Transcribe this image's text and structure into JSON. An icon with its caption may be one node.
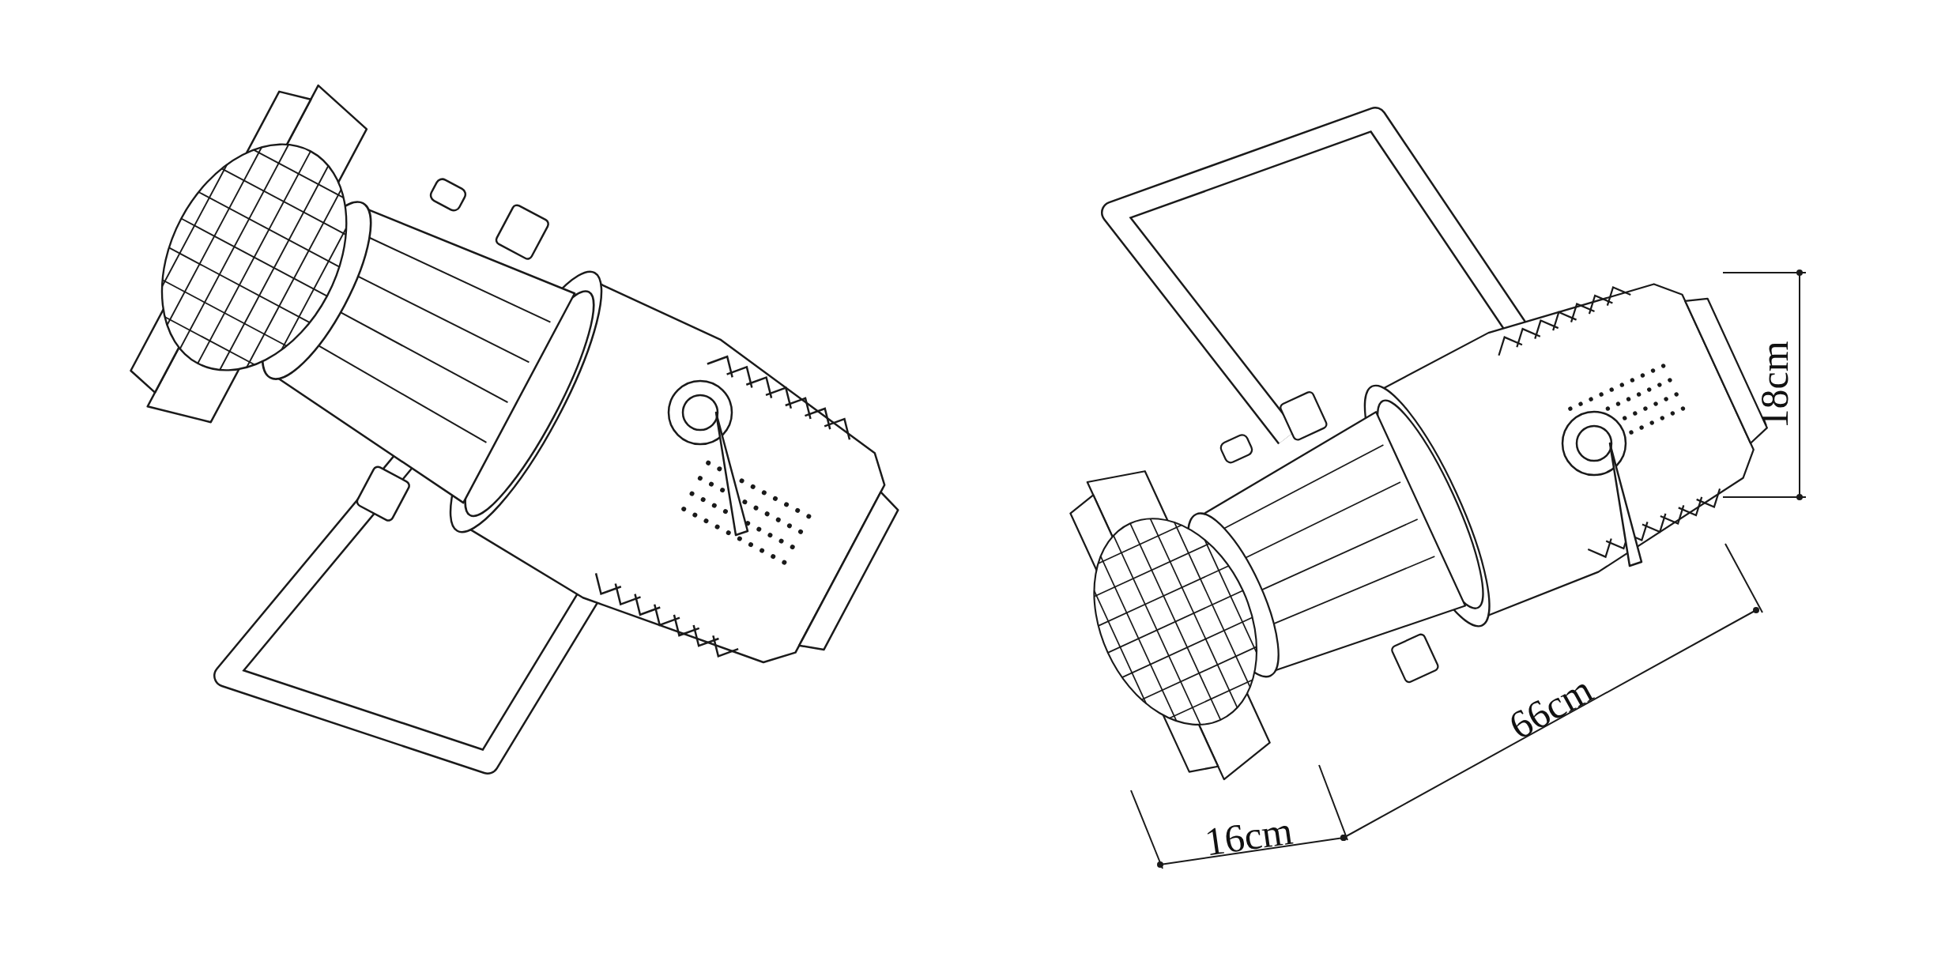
{
  "diagram": {
    "labels": [
      "18cm",
      "66cm",
      "16cm"
    ]
  }
}
